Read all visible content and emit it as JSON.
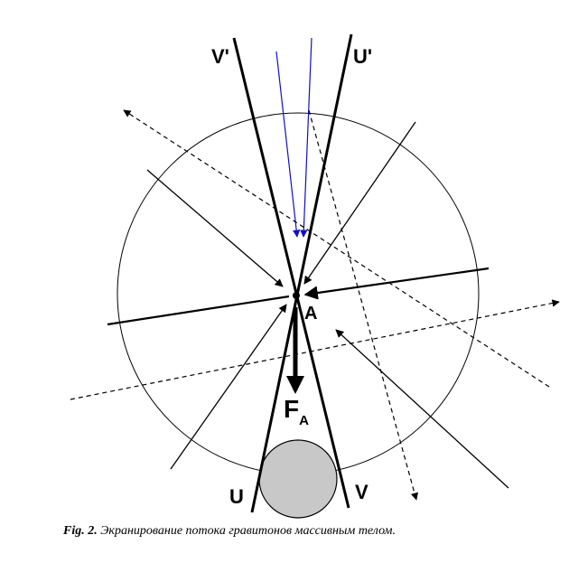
{
  "labels": {
    "v_prime": "V'",
    "u_prime": "U'",
    "u": "U",
    "v": "V",
    "point": "A",
    "force_main": "F",
    "force_sub": "A"
  },
  "caption": {
    "prefix": "Fig. 2.",
    "text": "Экранирование потока гравитонов массивным телом."
  },
  "colors": {
    "line": "#000000",
    "incoming_flux": "#1010c8",
    "body_fill": "#c8c8c8"
  }
}
